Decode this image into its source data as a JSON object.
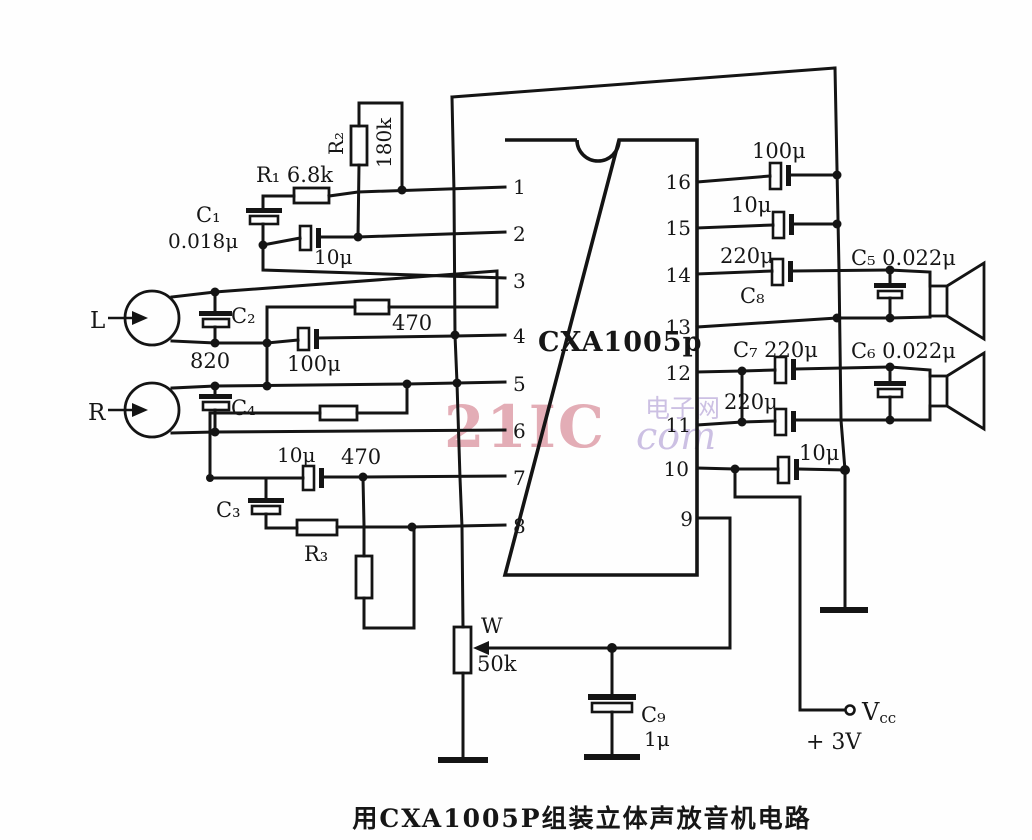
{
  "figure": {
    "caption": "用CXA1005P组装立体声放音机电路"
  },
  "watermark": {
    "brand": "21IC",
    "site": "电子网",
    "domain": "com",
    "brand_color": "#d98f9b",
    "site_color": "#b9a9d9"
  },
  "ic": {
    "name": "CXA1005p",
    "pins_left": [
      "1",
      "2",
      "3",
      "4",
      "5",
      "6",
      "7",
      "8"
    ],
    "pins_right": [
      "16",
      "15",
      "14",
      "13",
      "12",
      "11",
      "10",
      "9"
    ]
  },
  "inputs": {
    "left": "L",
    "right": "R"
  },
  "labels": {
    "c1": "C₁",
    "c1_val": "0.018μ",
    "r1": "R₁ 6.8k",
    "r2": "R₂",
    "r2_val": "180k",
    "cap_10u_top": "10μ",
    "c2": "C₂",
    "r_820": "820",
    "r_470_l": "470",
    "cap_100u_l": "100μ",
    "c4": "C₄",
    "cap_10u_mid": "10μ",
    "r_470_r": "470",
    "c3": "C₃",
    "r3": "R₃",
    "pot_w": "W",
    "pot_val": "50k",
    "c9": "C₉",
    "c9_val": "1μ",
    "cap_100u_r": "100μ",
    "cap_10u_r15": "10μ",
    "cap_220u_r14": "220μ",
    "c8": "C₈",
    "c5": "C₅ 0.022μ",
    "c7": "C₇ 220μ",
    "cap_220u_r11": "220μ",
    "c6": "C₆ 0.022μ",
    "cap_10u_r10": "10μ",
    "vcc_main": "V",
    "vcc_sub": "cc",
    "vcc_val": "+ 3V"
  }
}
